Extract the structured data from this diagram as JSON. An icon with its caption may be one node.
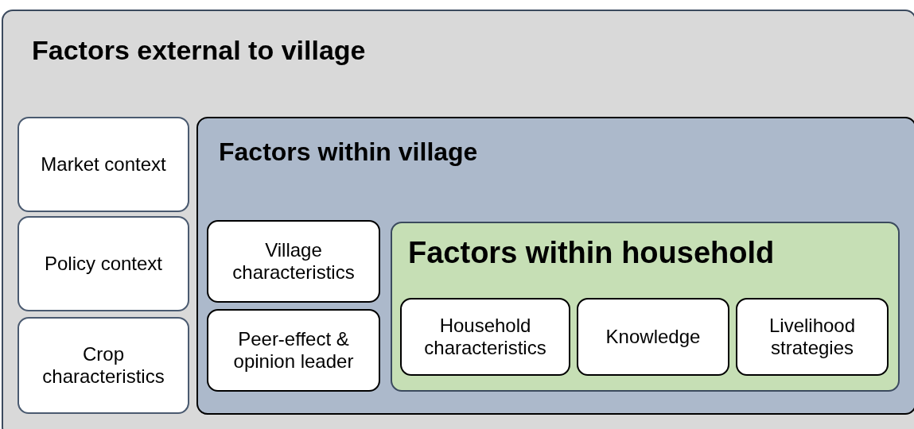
{
  "diagram": {
    "nodes": [
      {
        "text": [
          "Factors external to village"
        ]
      },
      {
        "text": [
          "Market context"
        ],
        "in": 0
      },
      {
        "text": [
          "Policy context"
        ],
        "in": 0
      },
      {
        "text": [
          "Crop characteristics"
        ],
        "in": 0
      },
      {
        "text": [
          "Factors within village"
        ],
        "in": 0
      },
      {
        "text": [
          "Village characteristics"
        ],
        "in": 4
      },
      {
        "text": [
          "Peer-effect & opinion leader"
        ],
        "in": 4
      },
      {
        "text": [
          "Factors within household"
        ],
        "in": 4
      },
      {
        "text": [
          "Household characteristics"
        ],
        "in": 7
      },
      {
        "text": [
          "Knowledge"
        ],
        "in": 7
      },
      {
        "text": [
          "Livelihood strategies"
        ],
        "in": 7
      }
    ]
  }
}
